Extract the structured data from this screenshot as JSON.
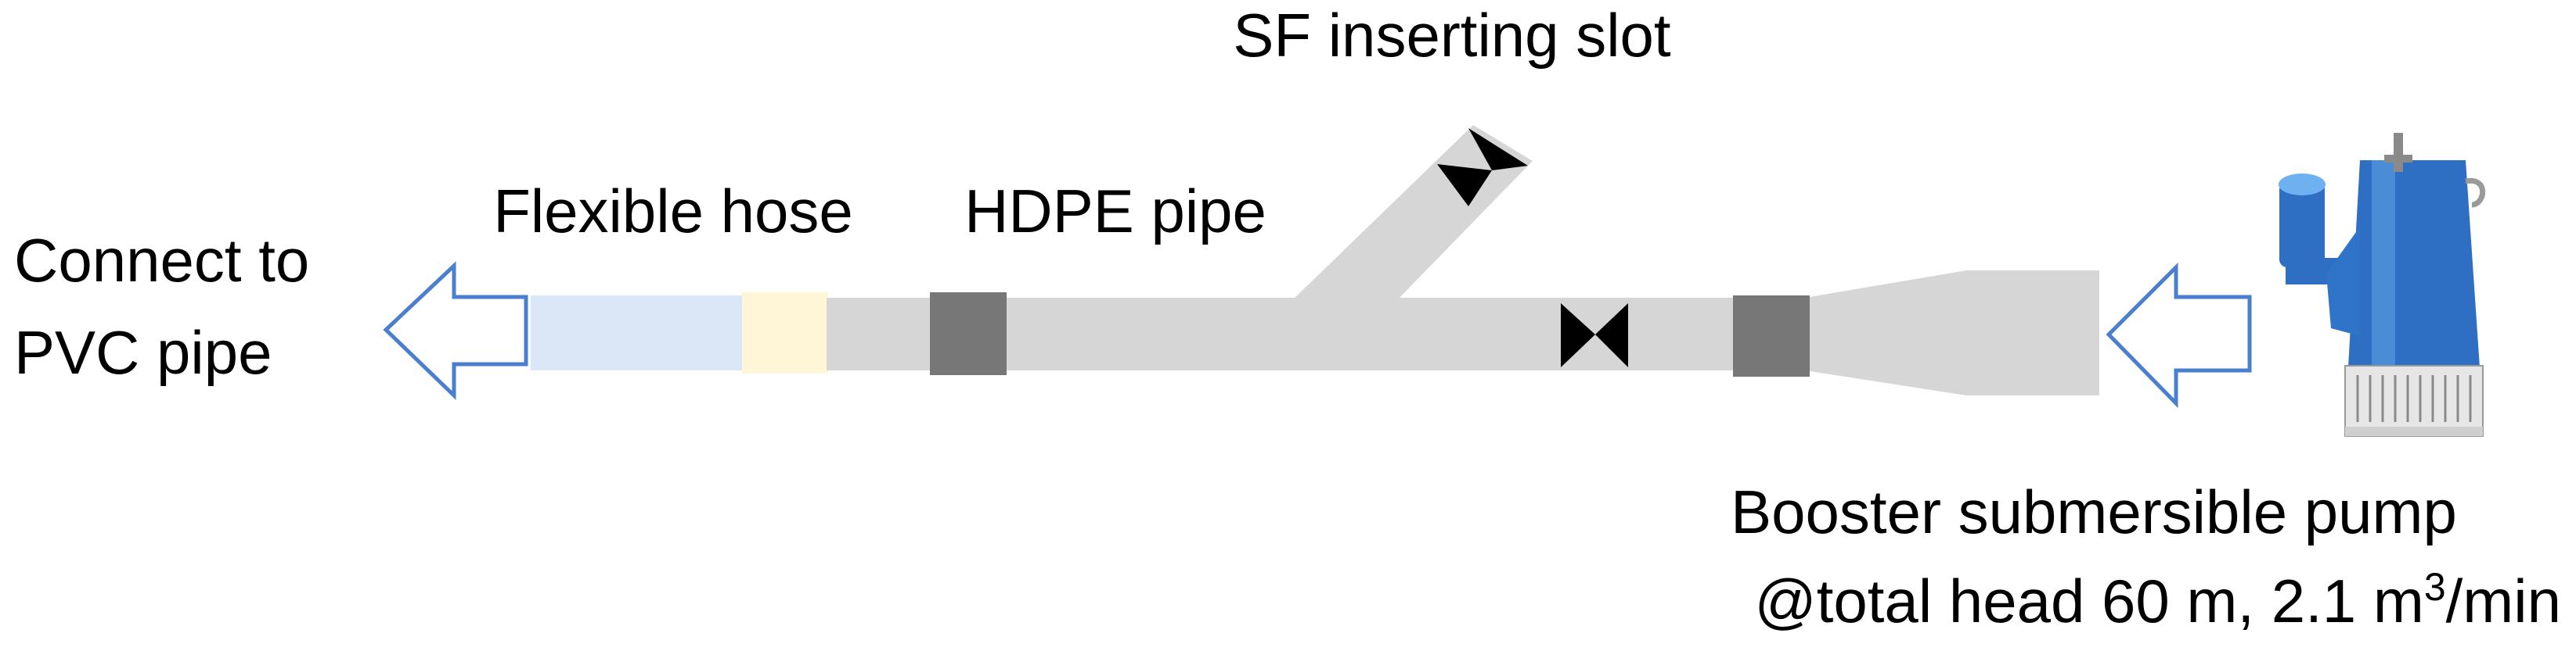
{
  "labels": {
    "sf_slot": "SF inserting slot",
    "flexible_hose": "Flexible hose",
    "hdpe_pipe": "HDPE pipe",
    "connect_line1": "Connect to",
    "connect_line2": "PVC pipe",
    "pump_line1": "Booster submersible pump",
    "pump_line2_prefix": "@total head 60 m, 2.1 m",
    "pump_line2_sup": "3",
    "pump_line2_suffix": "/min"
  },
  "colors": {
    "pipe": "#d6d6d6",
    "flange": "#777777",
    "hose": "#dbe6f6",
    "coupler": "#fff6d8",
    "valve": "#000000",
    "arrow_outline": "#4a7fd0",
    "pump_body": "#2e6fc4",
    "pump_highlight": "#6fb0f0",
    "pump_base": "#e6e6e6"
  },
  "icons": {
    "valve": "butterfly-valve-icon",
    "pump": "submersible-pump-icon",
    "flow_arrow": "flow-arrow-left-icon"
  }
}
